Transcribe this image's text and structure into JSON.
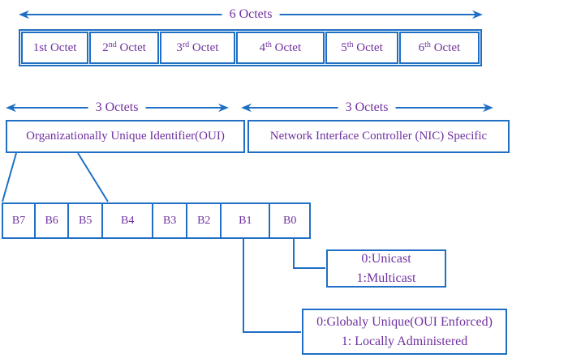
{
  "colors": {
    "line_blue": "#1f6fc5",
    "text_purple": "#7030a0",
    "background": "#ffffff"
  },
  "icons": {
    "span_arrows": "double-headed-arrow"
  },
  "top_arrow": {
    "label": "6 Octets"
  },
  "span_arrows": {
    "left": {
      "label": "3 Octets"
    },
    "right": {
      "label": "3 Octets"
    }
  },
  "octet_row": {
    "cells": [
      {
        "base": "1st",
        "sup": "",
        "rest": " Octet"
      },
      {
        "base": "2",
        "sup": "nd",
        "rest": " Octet"
      },
      {
        "base": "3",
        "sup": "rd",
        "rest": " Octet"
      },
      {
        "base": "4",
        "sup": "th",
        "rest": " Octet"
      },
      {
        "base": "5",
        "sup": "th",
        "rest": " Octet"
      },
      {
        "base": "6",
        "sup": "th",
        "rest": " Octet"
      }
    ]
  },
  "address_fields": {
    "oui": {
      "label": "Organizationally Unique Identifier(OUI)"
    },
    "nic": {
      "label": "Network Interface Controller (NIC) Specific"
    }
  },
  "bit_row": {
    "bits": [
      "B7",
      "B6",
      "B5",
      "B4",
      "B3",
      "B2",
      "B1",
      "B0"
    ]
  },
  "callouts": {
    "b0": {
      "line1": "0:Unicast",
      "line2": "1:Multicast"
    },
    "b1": {
      "line1": "0:Globaly Unique(OUI Enforced)",
      "line2": "1: Locally Administered"
    }
  }
}
